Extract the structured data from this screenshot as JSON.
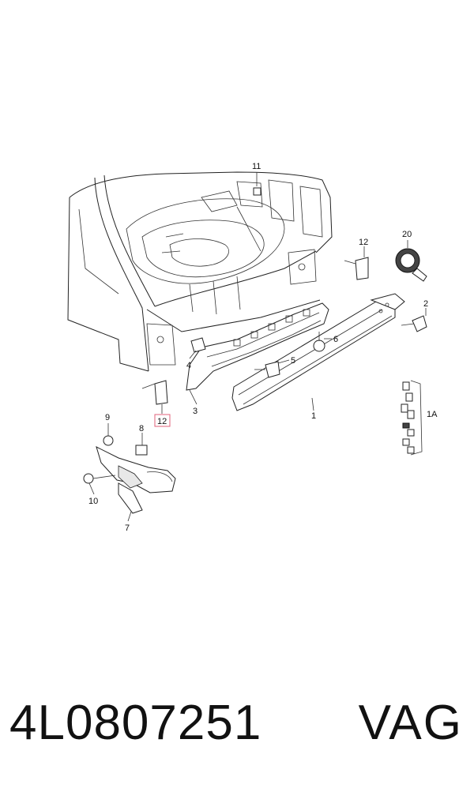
{
  "callouts": {
    "c1": "1",
    "c1a": "1A",
    "c2": "2",
    "c3": "3",
    "c4": "4",
    "c5": "5",
    "c6": "6",
    "c7": "7",
    "c8": "8",
    "c9": "9",
    "c10": "10",
    "c11": "11",
    "c12a": "12",
    "c12b": "12",
    "c20": "20"
  },
  "highlight_color": "#e0607a",
  "footer": {
    "part_number": "4L0807251",
    "brand": "VAG"
  }
}
